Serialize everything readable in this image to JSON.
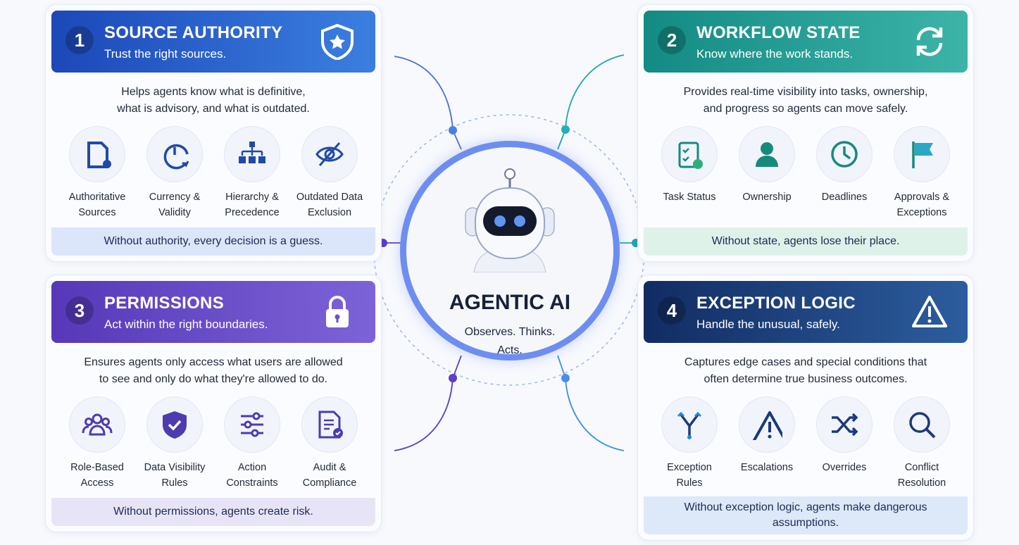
{
  "center": {
    "title": "AGENTIC AI",
    "subtitle": "Observes. Thinks. Acts."
  },
  "panels": [
    {
      "num": "1",
      "title": "SOURCE AUTHORITY",
      "subtitle": "Trust the right sources.",
      "header_icon": "shield-star",
      "colors": [
        "#1c48b8",
        "#3b7fe0"
      ],
      "accent": "#1f4aa8",
      "foot_bg": "#dbe6fb",
      "description": [
        "Helps agents know what is definitive,",
        "what is advisory, and what is outdated."
      ],
      "items": [
        {
          "label": [
            "Authoritative",
            "Sources"
          ],
          "icon": "document-badge"
        },
        {
          "label": [
            "Currency &",
            "Validity"
          ],
          "icon": "clock-refresh"
        },
        {
          "label": [
            "Hierarchy &",
            "Precedence"
          ],
          "icon": "hierarchy"
        },
        {
          "label": [
            "Outdated Data",
            "Exclusion"
          ],
          "icon": "eye-off"
        }
      ],
      "footer": "Without authority, every decision is a guess."
    },
    {
      "num": "2",
      "title": "WORKFLOW STATE",
      "subtitle": "Know where the work stands.",
      "header_icon": "sync",
      "colors": [
        "#138a84",
        "#3cb4a8"
      ],
      "accent": "#178a7c",
      "foot_bg": "#dff2ea",
      "description": [
        "Provides real-time visibility into tasks, ownership,",
        "and progress so agents can move safely."
      ],
      "items": [
        {
          "label": [
            "Task Status"
          ],
          "icon": "clipboard-check"
        },
        {
          "label": [
            "Ownership"
          ],
          "icon": "user"
        },
        {
          "label": [
            "Deadlines"
          ],
          "icon": "clock"
        },
        {
          "label": [
            "Approvals &",
            "Exceptions"
          ],
          "icon": "flag"
        }
      ],
      "footer": "Without state, agents lose their place."
    },
    {
      "num": "3",
      "title": "PERMISSIONS",
      "subtitle": "Act within the right boundaries.",
      "header_icon": "lock",
      "colors": [
        "#5638b8",
        "#7d63d8"
      ],
      "accent": "#4d3bb0",
      "foot_bg": "#e8e4f8",
      "description": [
        "Ensures agents only access what users are allowed",
        "to see and only do what they're allowed to do."
      ],
      "items": [
        {
          "label": [
            "Role-Based",
            "Access"
          ],
          "icon": "users"
        },
        {
          "label": [
            "Data Visibility",
            "Rules"
          ],
          "icon": "shield-check"
        },
        {
          "label": [
            "Action",
            "Constraints"
          ],
          "icon": "sliders"
        },
        {
          "label": [
            "Audit &",
            "Compliance"
          ],
          "icon": "document-check"
        }
      ],
      "footer": "Without permissions, agents create risk."
    },
    {
      "num": "4",
      "title": "EXCEPTION LOGIC",
      "subtitle": "Handle the unusual, safely.",
      "header_icon": "warning",
      "colors": [
        "#122c63",
        "#2c5d9e"
      ],
      "accent": "#1a3a7a",
      "foot_bg": "#dde8f8",
      "description": [
        "Captures edge cases and special conditions that",
        "often determine true business outcomes."
      ],
      "items": [
        {
          "label": [
            "Exception",
            "Rules"
          ],
          "icon": "branch"
        },
        {
          "label": [
            "Escalations"
          ],
          "icon": "warning"
        },
        {
          "label": [
            "Overrides"
          ],
          "icon": "shuffle"
        },
        {
          "label": [
            "Conflict",
            "Resolution"
          ],
          "icon": "search"
        }
      ],
      "footer": "Without exception logic, agents make dangerous assumptions."
    }
  ]
}
